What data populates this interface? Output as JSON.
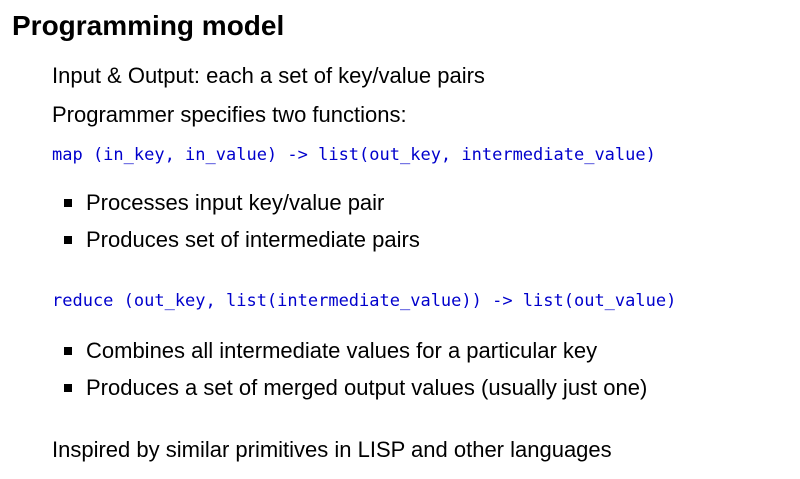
{
  "title": "Programming model",
  "intro": {
    "line1": "Input & Output: each a set of key/value pairs",
    "line2": "Programmer specifies two functions:"
  },
  "map": {
    "signature": "map (in_key, in_value) -> list(out_key, intermediate_value)",
    "bullets": [
      "Processes input key/value pair",
      "Produces set of intermediate pairs"
    ]
  },
  "reduce": {
    "signature": "reduce (out_key, list(intermediate_value)) -> list(out_value)",
    "bullets": [
      "Combines all intermediate values for a particular key",
      "Produces a set of merged output values (usually just one)"
    ]
  },
  "footer": "Inspired by similar primitives in LISP and other languages",
  "colors": {
    "code": "#0000cc",
    "text": "#000000",
    "background": "#ffffff"
  }
}
